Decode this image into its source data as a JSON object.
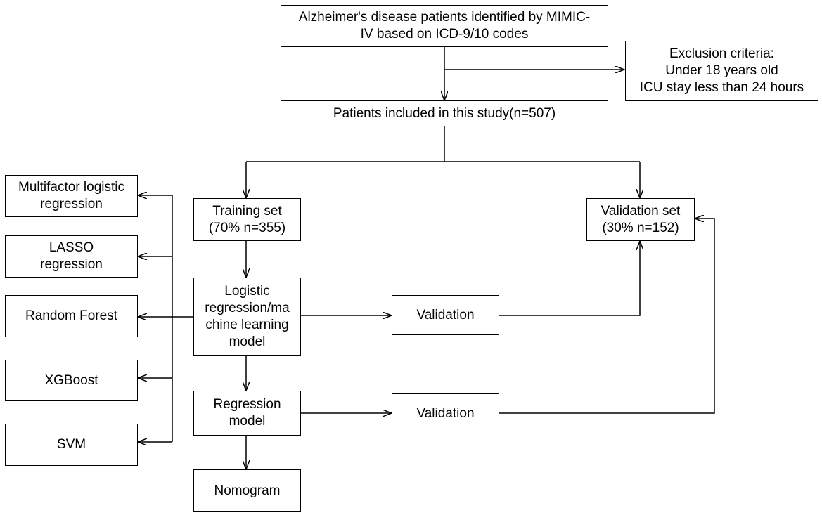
{
  "flowchart": {
    "identified": {
      "line1": "Alzheimer's disease patients identified by MIMIC-",
      "line2": "IV based on ICD-9/10 codes"
    },
    "exclusion": {
      "line1": "Exclusion criteria:",
      "line2": "Under 18 years old",
      "line3": "ICU stay less than 24 hours"
    },
    "included": "Patients included in this study(n=507)",
    "training": {
      "line1": "Training set",
      "line2": "(70% n=355)"
    },
    "validation_set": {
      "line1": "Validation set",
      "line2": "(30% n=152)"
    },
    "model": {
      "line1": "Logistic",
      "line2": "regression/ma",
      "line3": "chine learning",
      "line4": "model"
    },
    "validation_label": "Validation",
    "regression_model": {
      "line1": "Regression",
      "line2": "model"
    },
    "nomogram": "Nomogram",
    "methods": {
      "multifactor": {
        "line1": "Multifactor logistic",
        "line2": "regression"
      },
      "lasso": {
        "line1": "LASSO",
        "line2": "regression"
      },
      "random_forest": "Random Forest",
      "xgboost": "XGBoost",
      "svm": "SVM"
    }
  }
}
